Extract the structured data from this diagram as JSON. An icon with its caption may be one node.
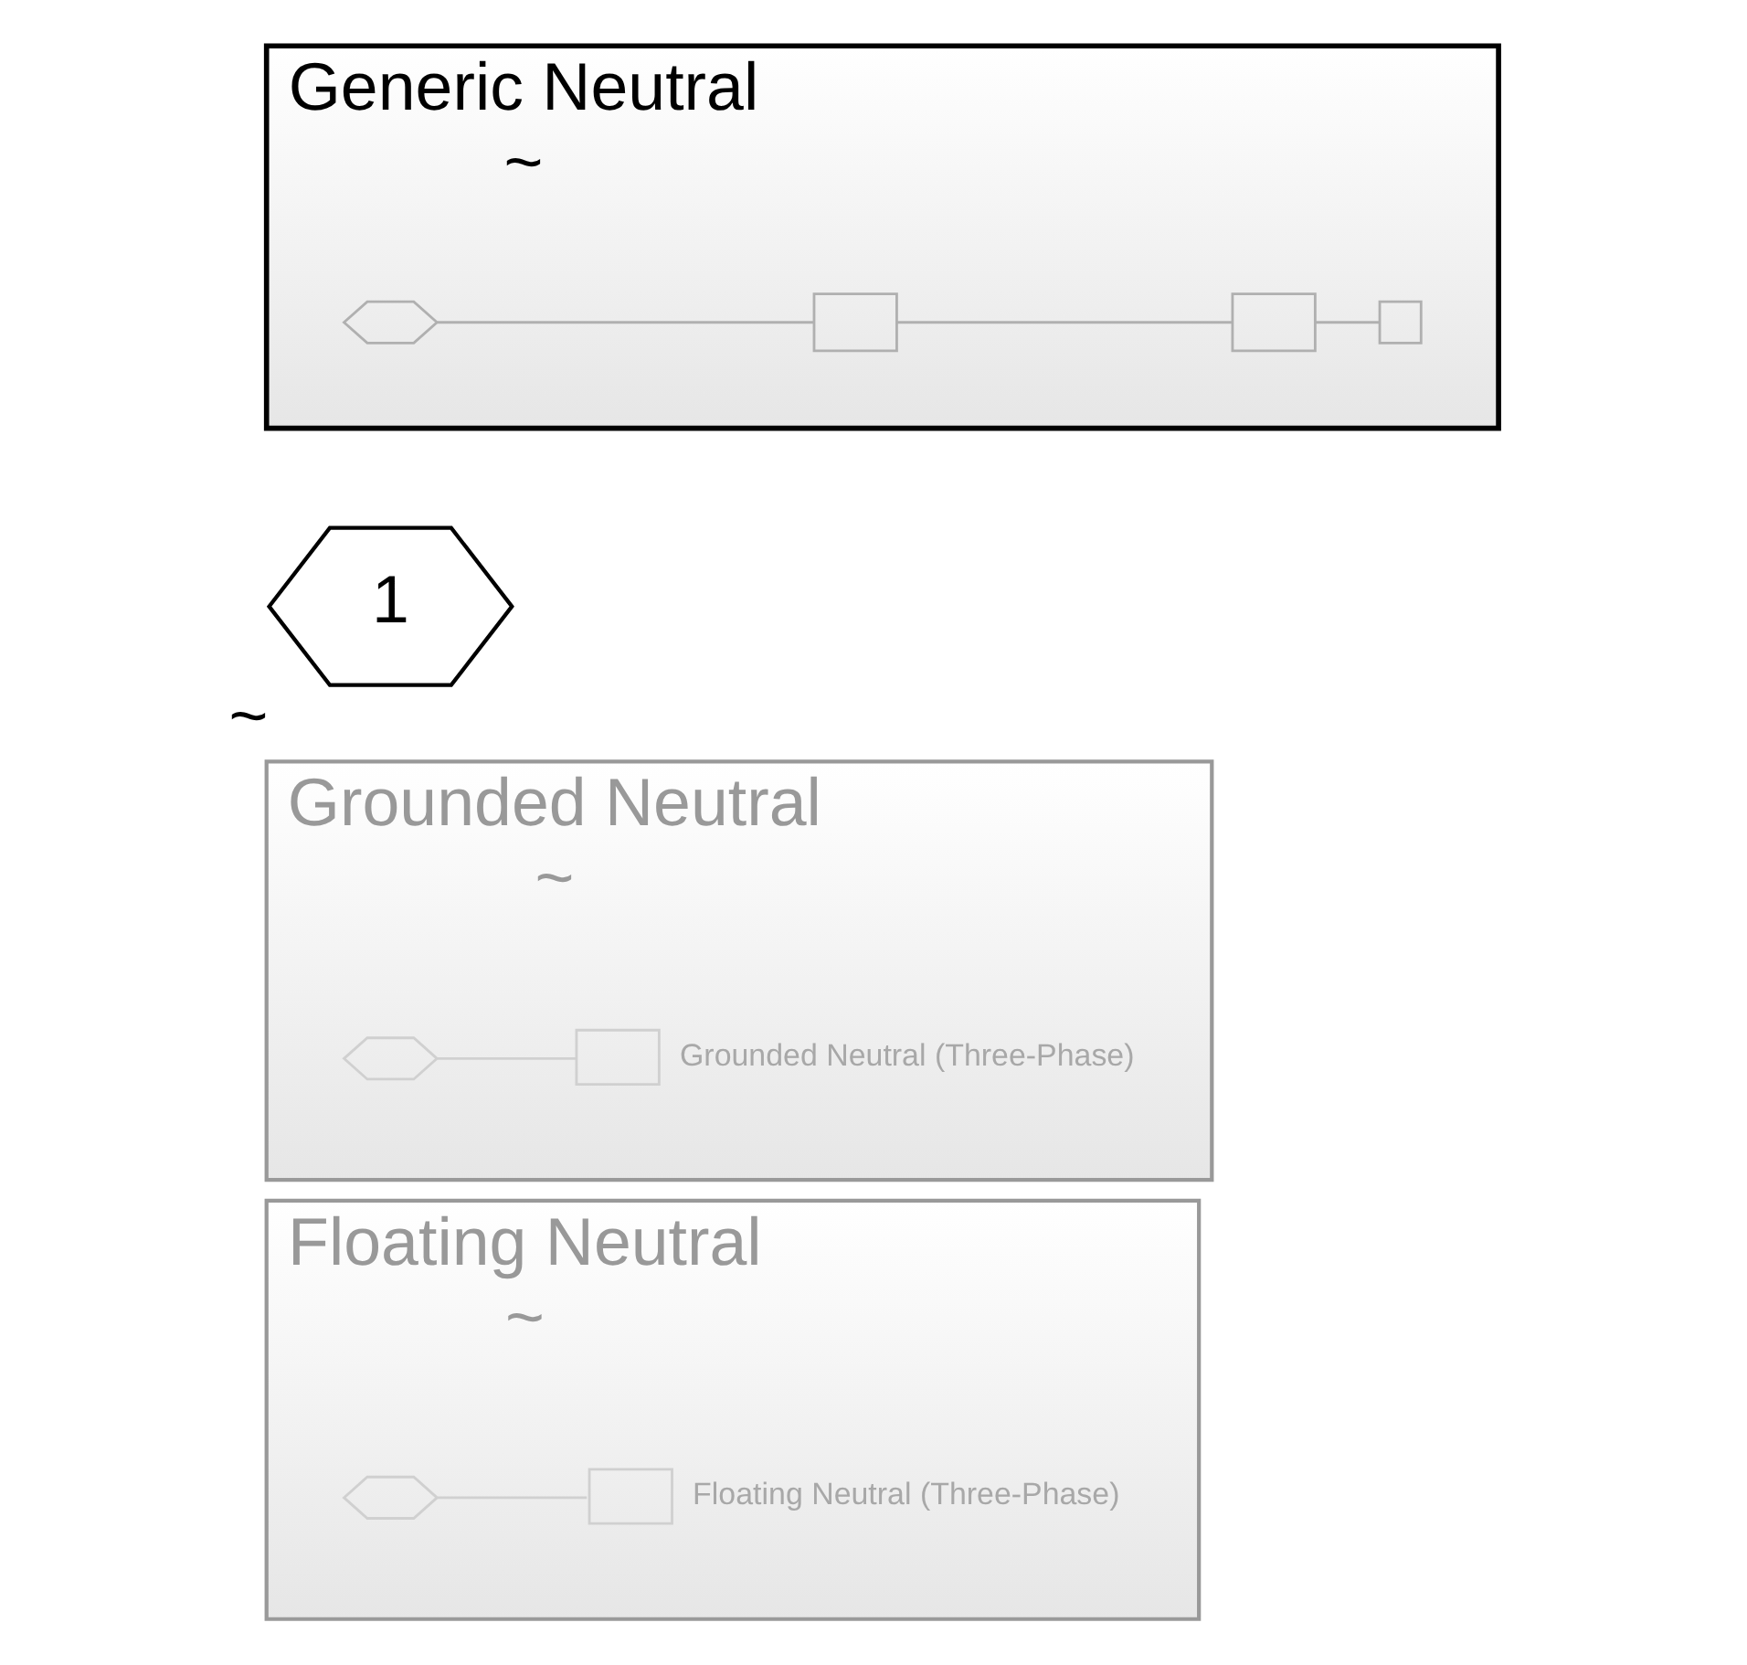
{
  "diagram": {
    "nodes": [
      {
        "text": [
          "Generic Neutral",
          "~"
        ]
      },
      {
        "text": [],
        "shape": "hexagon",
        "in": 0
      },
      {
        "text": [],
        "shape": "box",
        "in": 0
      },
      {
        "text": [],
        "shape": "box",
        "in": 0
      },
      {
        "text": [],
        "shape": "box",
        "in": 0
      },
      {
        "text": [
          "1"
        ],
        "beside": [
          "~"
        ]
      },
      {
        "text": [
          "Grounded Neutral",
          "~"
        ]
      },
      {
        "text": [],
        "shape": "hexagon",
        "in": 6
      },
      {
        "text": [],
        "shape": "box",
        "in": 6,
        "beside": [
          "Grounded Neutral (Three-Phase)"
        ]
      },
      {
        "text": [
          "Floating Neutral",
          "~"
        ]
      },
      {
        "text": [],
        "shape": "hexagon",
        "in": 9
      },
      {
        "text": [],
        "shape": "box",
        "in": 9,
        "beside": [
          "Floating Neutral (Three-Phase)"
        ]
      }
    ],
    "edges": [
      {
        "from": 1,
        "to": 2,
        "arrow": "none"
      },
      {
        "from": 2,
        "to": 3,
        "arrow": "none"
      },
      {
        "from": 3,
        "to": 4,
        "arrow": "none"
      },
      {
        "from": 7,
        "to": 8,
        "arrow": "none"
      },
      {
        "from": 10,
        "to": 11,
        "arrow": "none"
      }
    ]
  }
}
